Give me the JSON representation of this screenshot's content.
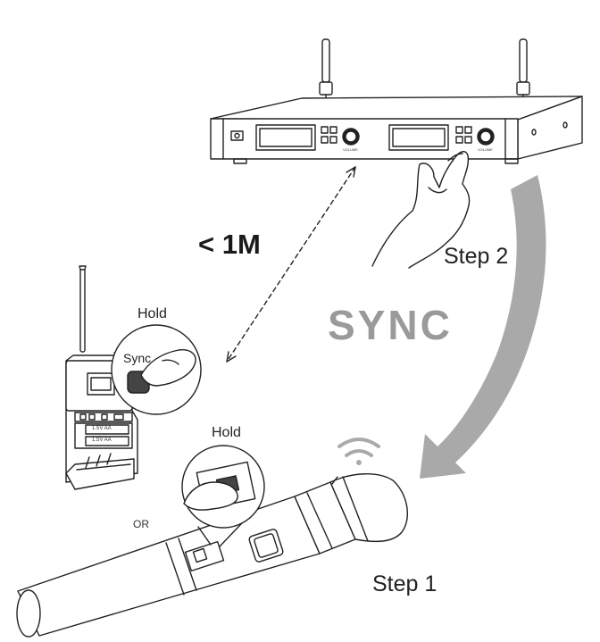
{
  "labels": {
    "distance": "< 1M",
    "step2": "Step 2",
    "step1": "Step 1",
    "sync_big": "SYNC",
    "hold_bodypack": "Hold",
    "hold_mic": "Hold",
    "sync_button": "Sync",
    "or": "OR",
    "battery_top": "1.5V AA",
    "battery_bottom": "1.5V AA",
    "volume_left": "VOLUME",
    "volume_right": "VOLUME"
  },
  "colors": {
    "line": "#222222",
    "arrow_gray": "#aaaaaa",
    "sync_text": "#9a9a9a"
  },
  "icons": [
    "wifi-signal-icon",
    "power-button-icon"
  ]
}
